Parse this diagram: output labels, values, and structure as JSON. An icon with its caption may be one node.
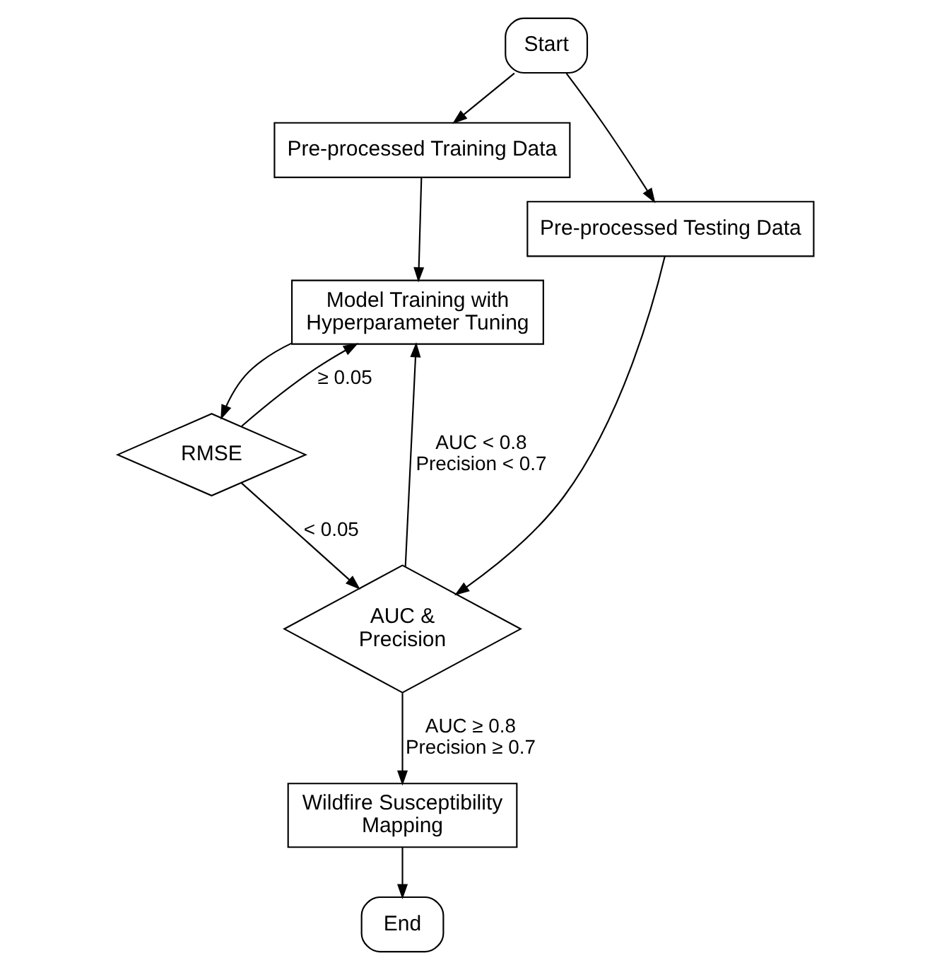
{
  "diagram": {
    "nodes": [
      {
        "text": [
          "Start"
        ]
      },
      {
        "text": [
          "Pre-processed Training Data"
        ]
      },
      {
        "text": [
          "Pre-processed Testing Data"
        ]
      },
      {
        "text": [
          "Model Training with Hyperparameter Tuning"
        ]
      },
      {
        "text": [
          "RMSE"
        ]
      },
      {
        "text": [
          "AUC & Precision"
        ]
      },
      {
        "text": [
          "Wildfire Susceptibility Mapping"
        ]
      },
      {
        "text": [
          "End"
        ]
      }
    ],
    "edges": [
      {
        "from": 0,
        "to": 1,
        "arrow": "to"
      },
      {
        "from": 0,
        "to": 2,
        "arrow": "to"
      },
      {
        "from": 1,
        "to": 3,
        "arrow": "to"
      },
      {
        "from": 3,
        "to": 4,
        "arrow": "to"
      },
      {
        "from": 4,
        "to": 3,
        "arrow": "to",
        "label": "≥ 0.05"
      },
      {
        "from": 4,
        "to": 5,
        "arrow": "to",
        "label": "< 0.05"
      },
      {
        "from": 5,
        "to": 3,
        "arrow": "to",
        "label": "AUC < 0.8 Precision < 0.7"
      },
      {
        "from": 2,
        "to": 5,
        "arrow": "to"
      },
      {
        "from": 5,
        "to": 6,
        "arrow": "to",
        "label": "AUC ≥ 0.8 Precision ≥ 0.7"
      },
      {
        "from": 6,
        "to": 7,
        "arrow": "to"
      }
    ]
  }
}
